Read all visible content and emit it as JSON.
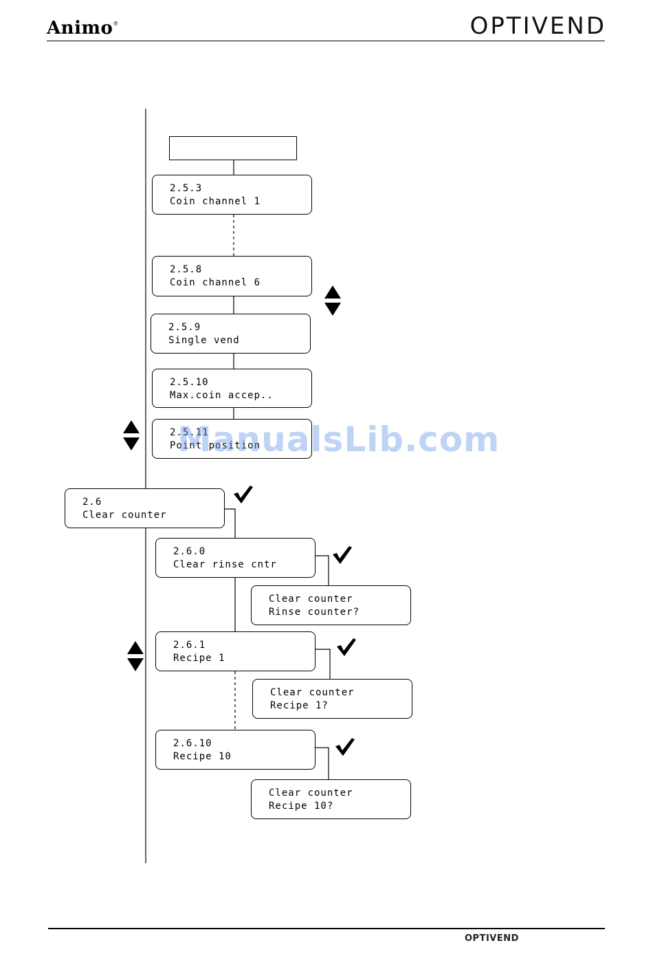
{
  "header": {
    "brand_left": "Animo",
    "brand_left_mark": "®",
    "brand_right": "OPTIVEND"
  },
  "footer": {
    "brand": "OPTIVEND"
  },
  "watermark": "ManualsLib.com",
  "menu": {
    "top_blank": "",
    "items_2_5": [
      {
        "code": "2.5.3",
        "label": "Coin channel 1"
      },
      {
        "code": "2.5.8",
        "label": "Coin channel 6"
      },
      {
        "code": "2.5.9",
        "label": "Single vend"
      },
      {
        "code": "2.5.10",
        "label": "Max.coin accep.."
      },
      {
        "code": "2.5.11",
        "label": "Point position"
      }
    ],
    "clear_counter": {
      "code": "2.6",
      "label": "Clear counter"
    },
    "items_2_6": [
      {
        "code": "2.6.0",
        "label": "Clear rinse cntr",
        "confirm_line1": "Clear counter",
        "confirm_line2": "Rinse counter?"
      },
      {
        "code": "2.6.1",
        "label": "Recipe 1",
        "confirm_line1": "Clear counter",
        "confirm_line2": "Recipe 1?"
      },
      {
        "code": "2.6.10",
        "label": "Recipe 10",
        "confirm_line1": "Clear counter",
        "confirm_line2": "Recipe 10?"
      }
    ]
  },
  "icons": {
    "check": "check-icon",
    "updown": "up-down-arrows-icon"
  }
}
